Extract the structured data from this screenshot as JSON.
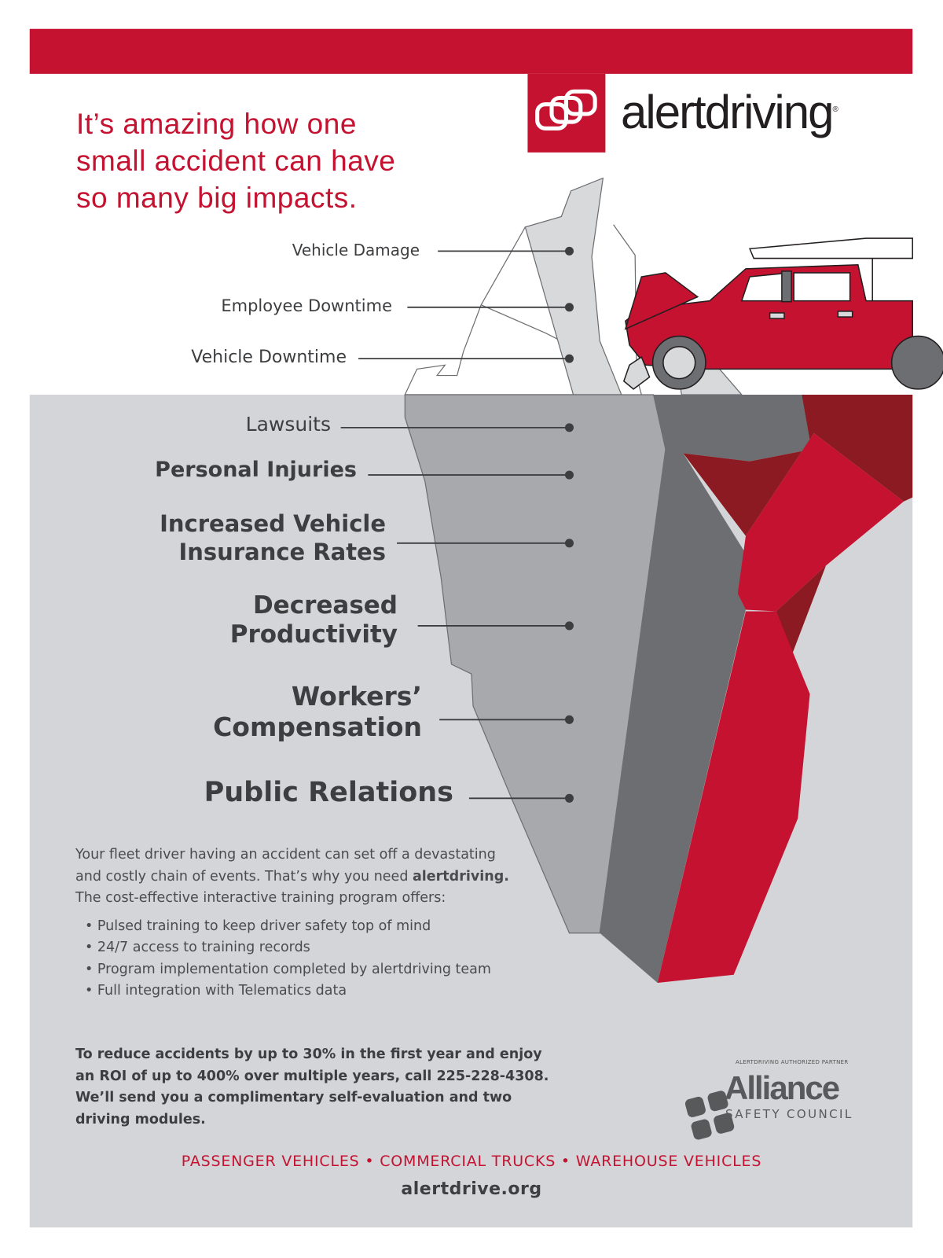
{
  "headline": [
    "It’s amazing how one",
    "small accident can have",
    "so many big impacts."
  ],
  "brand": {
    "name": "alertdriving",
    "registered": "®"
  },
  "impacts": {
    "above_water": [
      "Vehicle Damage",
      "Employee Downtime",
      "Vehicle Downtime"
    ],
    "below_water": [
      "Lawsuits",
      "Personal Injuries",
      "Increased Vehicle",
      "Insurance Rates",
      "Decreased",
      "Productivity",
      "Workers’",
      "Compensation",
      "Public Relations"
    ]
  },
  "body": {
    "intro_before": "Your fleet driver having an accident can set off a devastating and costly chain of events. That’s why you need ",
    "intro_bold": "alertdriving.",
    "intro_after": " The cost-effective interactive training program offers:",
    "bullets": [
      "Pulsed training to keep driver safety top of mind",
      "24/7 access to training records",
      "Program implementation completed by alertdriving team",
      "Full integration with Telematics data"
    ],
    "cta": "To reduce accidents by up to 30% in the first year and enjoy an ROI of up to 400% over multiple years, call 225-228-4308. We’ll send you a complimentary self-evaluation and two driving modules."
  },
  "partner": {
    "tag": "ALERTDRIVING AUTHORIZED PARTNER",
    "name": "Alliance",
    "sub": "SAFETY COUNCIL"
  },
  "footer": {
    "categories": "PASSENGER VEHICLES • COMMERCIAL TRUCKS • WAREHOUSE VEHICLES",
    "url": "alertdrive.org"
  },
  "colors": {
    "red": "#c41230",
    "dark_red": "#8b1a22",
    "gray_bg": "#d4d5d8",
    "ice_light": "#a7a9ac",
    "ice_dark": "#6d6e71"
  }
}
